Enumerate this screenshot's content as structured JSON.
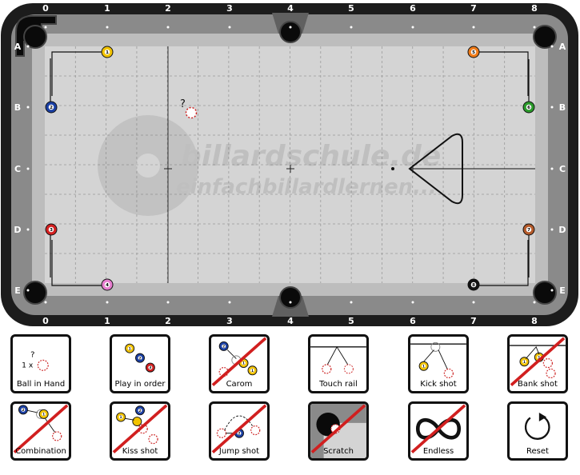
{
  "table": {
    "columns": [
      "0",
      "1",
      "2",
      "3",
      "4",
      "5",
      "6",
      "7",
      "8"
    ],
    "rows": [
      "A",
      "B",
      "C",
      "D",
      "E"
    ],
    "watermark_line1": "billardschule.de",
    "watermark_line2": "einfachbillardlernen...",
    "question_mark": "?",
    "balls": [
      {
        "name": "ball-1",
        "number": "1",
        "color": "#f2c300",
        "stripe": false,
        "col": 1,
        "row": 0
      },
      {
        "name": "ball-2",
        "number": "2",
        "color": "#1a3fa3",
        "stripe": false,
        "col": 0,
        "row": 1
      },
      {
        "name": "ball-3",
        "number": "3",
        "color": "#d32020",
        "stripe": false,
        "col": 0,
        "row": 3
      },
      {
        "name": "ball-4",
        "number": "4",
        "color": "#e87fd0",
        "stripe": false,
        "col": 1,
        "row": 4
      },
      {
        "name": "ball-5",
        "number": "5",
        "color": "#f07c1a",
        "stripe": false,
        "col": 7,
        "row": 0
      },
      {
        "name": "ball-6",
        "number": "6",
        "color": "#2a9a2a",
        "stripe": false,
        "col": 8,
        "row": 1
      },
      {
        "name": "ball-7",
        "number": "7",
        "color": "#b45a2a",
        "stripe": false,
        "col": 8,
        "row": 3
      },
      {
        "name": "ball-8",
        "number": "8",
        "color": "#111111",
        "stripe": false,
        "col": 7,
        "row": 4
      }
    ],
    "colors": {
      "cloth": "#d4d4d4",
      "rail": "#8a8a8a",
      "cushion": "#b0b0b0",
      "frame": "#1c1c1c",
      "pocket": "#0a0a0a",
      "grid": "#9a9a9a"
    }
  },
  "buttons": [
    {
      "name": "ball-in-hand-button",
      "label": "Ball in Hand",
      "icon": "ball-in-hand-icon",
      "crossed": false,
      "extra": "1 x"
    },
    {
      "name": "play-in-order-button",
      "label": "Play in order",
      "icon": "play-in-order-icon",
      "crossed": false
    },
    {
      "name": "carom-button",
      "label": "Carom",
      "icon": "carom-icon",
      "crossed": true
    },
    {
      "name": "touch-rail-button",
      "label": "Touch rail",
      "icon": "touch-rail-icon",
      "crossed": false
    },
    {
      "name": "kick-shot-button",
      "label": "Kick shot",
      "icon": "kick-shot-icon",
      "crossed": false
    },
    {
      "name": "bank-shot-button",
      "label": "Bank shot",
      "icon": "bank-shot-icon",
      "crossed": true
    },
    {
      "name": "combination-button",
      "label": "Combination",
      "icon": "combination-icon",
      "crossed": true
    },
    {
      "name": "kiss-shot-button",
      "label": "Kiss shot",
      "icon": "kiss-shot-icon",
      "crossed": true
    },
    {
      "name": "jump-shot-button",
      "label": "Jump shot",
      "icon": "jump-shot-icon",
      "crossed": true
    },
    {
      "name": "scratch-button",
      "label": "Scratch",
      "icon": "scratch-icon",
      "crossed": true
    },
    {
      "name": "endless-button",
      "label": "Endless",
      "icon": "infinity-icon",
      "crossed": true
    },
    {
      "name": "reset-button",
      "label": "Reset",
      "icon": "reset-icon",
      "crossed": false
    }
  ]
}
